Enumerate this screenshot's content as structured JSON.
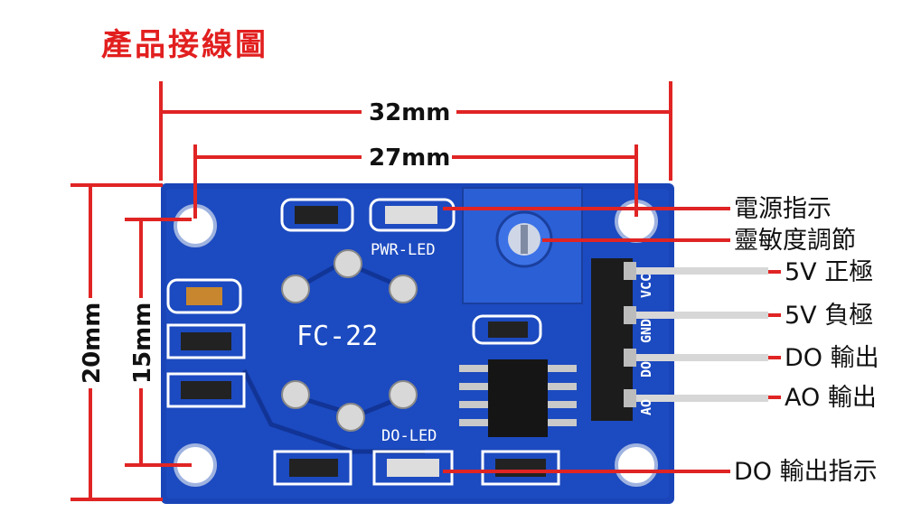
{
  "title": "產品接線圖",
  "dimensions": {
    "width_outer": "32mm",
    "width_holes": "27mm",
    "height_outer": "20mm",
    "height_holes": "15mm"
  },
  "board": {
    "model": "FC-22",
    "pwr_led_label": "PWR-LED",
    "do_led_label": "DO-LED",
    "pin_labels": [
      "VCC",
      "GND",
      "DO",
      "AO"
    ]
  },
  "callouts": {
    "power_indicator": "電源指示",
    "sensitivity_adjust": "靈敏度調節",
    "vcc": "5V 正極",
    "gnd": "5V 負極",
    "do_out": "DO 輸出",
    "ao_out": "AO 輸出",
    "do_indicator": "DO 輸出指示"
  },
  "colors": {
    "board": "#1a45b8",
    "dimension_line": "#e02424",
    "title": "#e21f1f",
    "potentiometer": "#2b5fd6"
  }
}
